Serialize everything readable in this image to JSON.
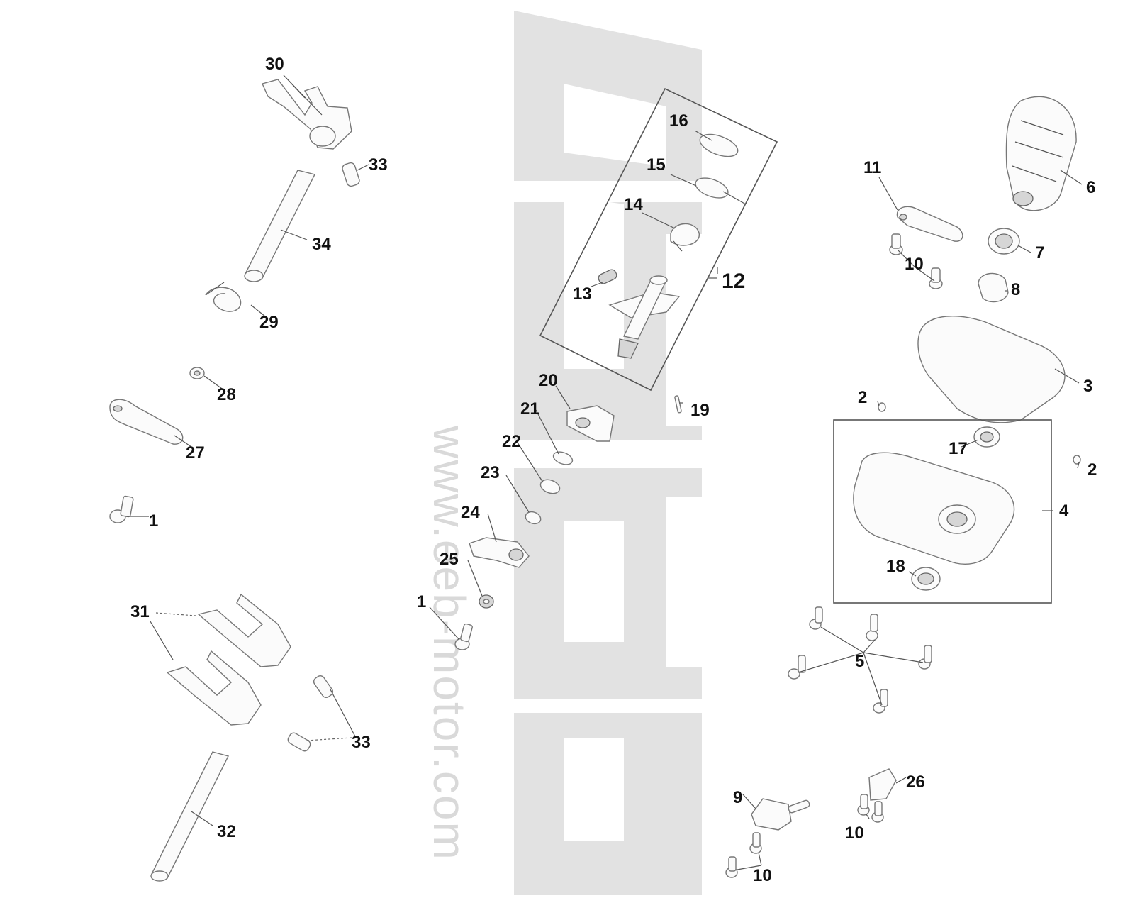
{
  "watermark": {
    "url_text": "www.eeb-motor.com"
  },
  "callouts": [
    {
      "id": "c30",
      "label": "30"
    },
    {
      "id": "c33a",
      "label": "33"
    },
    {
      "id": "c34",
      "label": "34"
    },
    {
      "id": "c29",
      "label": "29"
    },
    {
      "id": "c28",
      "label": "28"
    },
    {
      "id": "c27",
      "label": "27"
    },
    {
      "id": "c1a",
      "label": "1"
    },
    {
      "id": "c31",
      "label": "31"
    },
    {
      "id": "c33b",
      "label": "33"
    },
    {
      "id": "c32",
      "label": "32"
    },
    {
      "id": "c16",
      "label": "16"
    },
    {
      "id": "c15",
      "label": "15"
    },
    {
      "id": "c14",
      "label": "14"
    },
    {
      "id": "c12",
      "label": "12"
    },
    {
      "id": "c13",
      "label": "13"
    },
    {
      "id": "c19",
      "label": "19"
    },
    {
      "id": "c20",
      "label": "20"
    },
    {
      "id": "c21",
      "label": "21"
    },
    {
      "id": "c22",
      "label": "22"
    },
    {
      "id": "c23",
      "label": "23"
    },
    {
      "id": "c24",
      "label": "24"
    },
    {
      "id": "c25",
      "label": "25"
    },
    {
      "id": "c1b",
      "label": "1"
    },
    {
      "id": "c11",
      "label": "11"
    },
    {
      "id": "c6",
      "label": "6"
    },
    {
      "id": "c7",
      "label": "7"
    },
    {
      "id": "c10a",
      "label": "10"
    },
    {
      "id": "c8",
      "label": "8"
    },
    {
      "id": "c3",
      "label": "3"
    },
    {
      "id": "c2a",
      "label": "2"
    },
    {
      "id": "c17",
      "label": "17"
    },
    {
      "id": "c2b",
      "label": "2"
    },
    {
      "id": "c4",
      "label": "4"
    },
    {
      "id": "c18",
      "label": "18"
    },
    {
      "id": "c5",
      "label": "5"
    },
    {
      "id": "c26",
      "label": "26"
    },
    {
      "id": "c9",
      "label": "9"
    },
    {
      "id": "c10b",
      "label": "10"
    },
    {
      "id": "c10c",
      "label": "10"
    }
  ]
}
